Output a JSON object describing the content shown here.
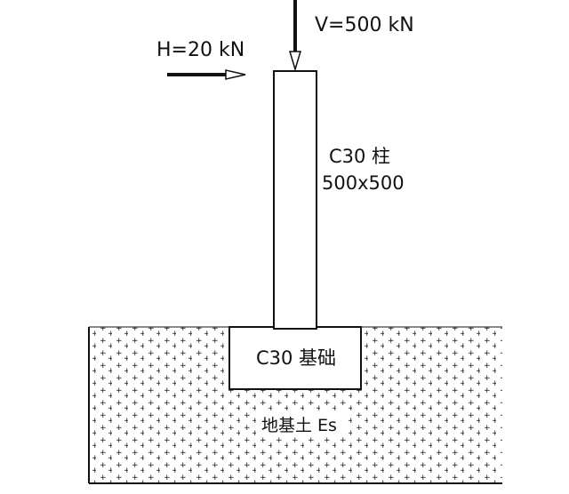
{
  "loads": {
    "vertical": "V=500 kN",
    "horizontal": "H=20 kN"
  },
  "column": {
    "label_line1": "C30 柱",
    "label_line2": "500x500"
  },
  "footing": {
    "label": "C30 基础"
  },
  "soil": {
    "label": "地基土 Es"
  }
}
